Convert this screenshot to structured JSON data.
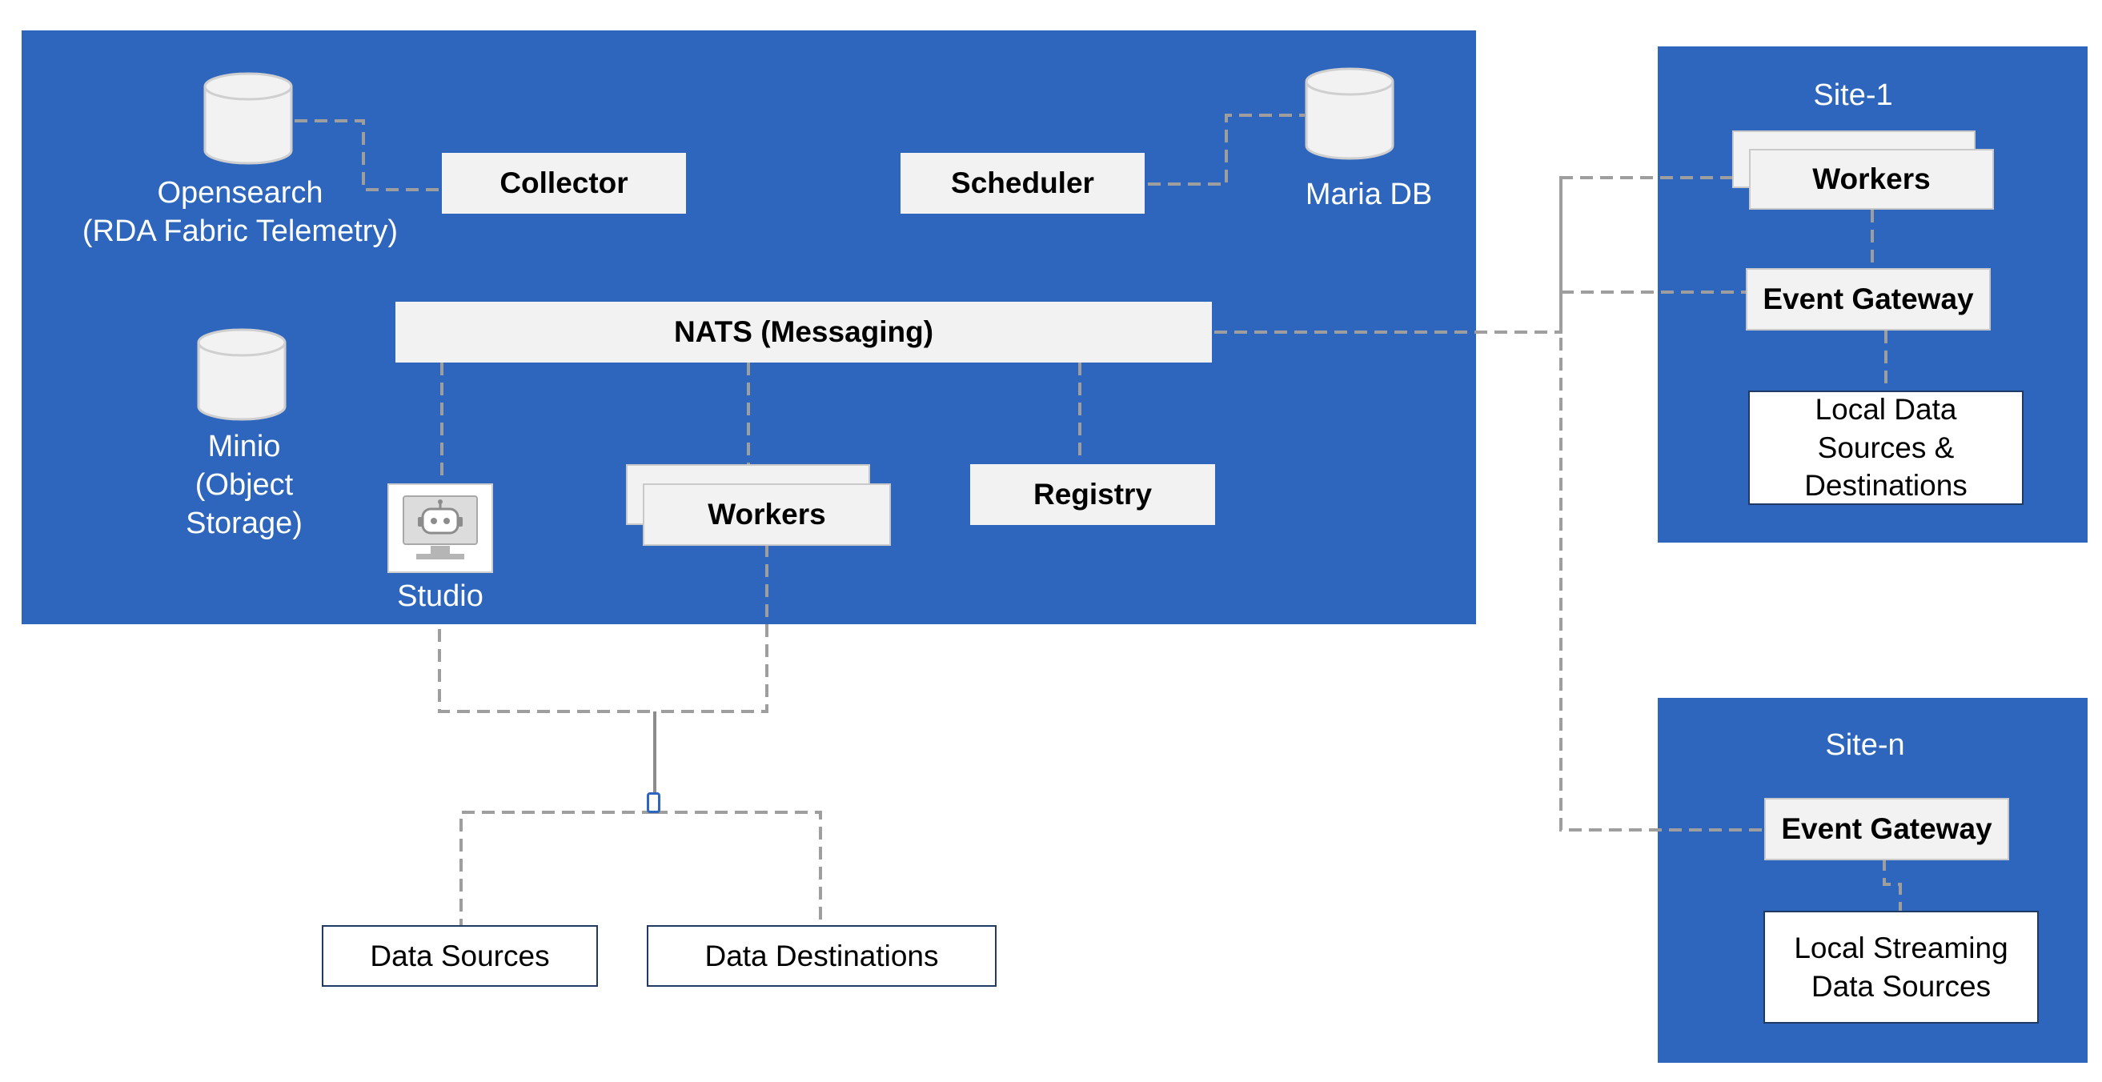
{
  "main_cluster": {
    "opensearch_label": "Opensearch",
    "opensearch_sublabel": "(RDA Fabric Telemetry)",
    "collector": "Collector",
    "scheduler": "Scheduler",
    "mariadb_label": "Maria DB",
    "nats": "NATS (Messaging)",
    "minio_lines": [
      "Minio",
      "(Object",
      "Storage)"
    ],
    "studio_label": "Studio",
    "workers": "Workers",
    "registry": "Registry"
  },
  "external": {
    "data_sources": "Data Sources",
    "data_destinations": "Data Destinations"
  },
  "site1": {
    "title": "Site-1",
    "workers": "Workers",
    "event_gateway": "Event Gateway",
    "local_lines": [
      "Local Data",
      "Sources &",
      "Destinations"
    ]
  },
  "siten": {
    "title": "Site-n",
    "event_gateway": "Event Gateway",
    "local_lines": [
      "Local Streaming",
      "Data Sources"
    ]
  },
  "colors": {
    "panel": "#2d66bc",
    "box": "#f2f2f2",
    "connector": "#9e9e9e"
  },
  "icons": {
    "database": "database-cylinder-icon",
    "studio": "robot-monitor-icon"
  }
}
